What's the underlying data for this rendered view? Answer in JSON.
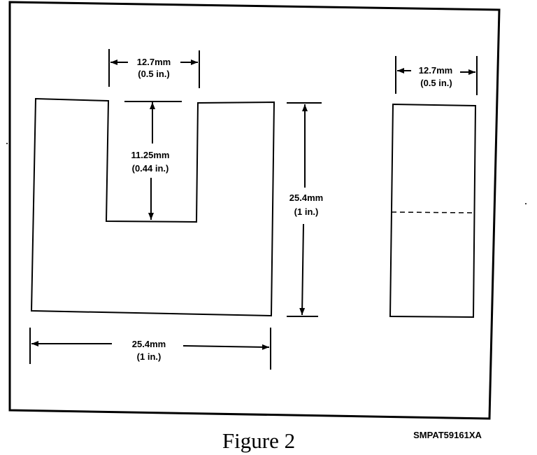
{
  "figure": {
    "caption": "Figure 2",
    "code": "SMPAT59161XA"
  },
  "dimensions": {
    "slot_width": {
      "metric": "12.7mm",
      "imperial": "(0.5 in.)"
    },
    "slot_depth": {
      "metric": "11.25mm",
      "imperial": "(0.44 in.)"
    },
    "block_height": {
      "metric": "25.4mm",
      "imperial": "(1 in.)"
    },
    "block_width": {
      "metric": "25.4mm",
      "imperial": "(1 in.)"
    },
    "side_width": {
      "metric": "12.7mm",
      "imperial": "(0.5 in.)"
    }
  }
}
